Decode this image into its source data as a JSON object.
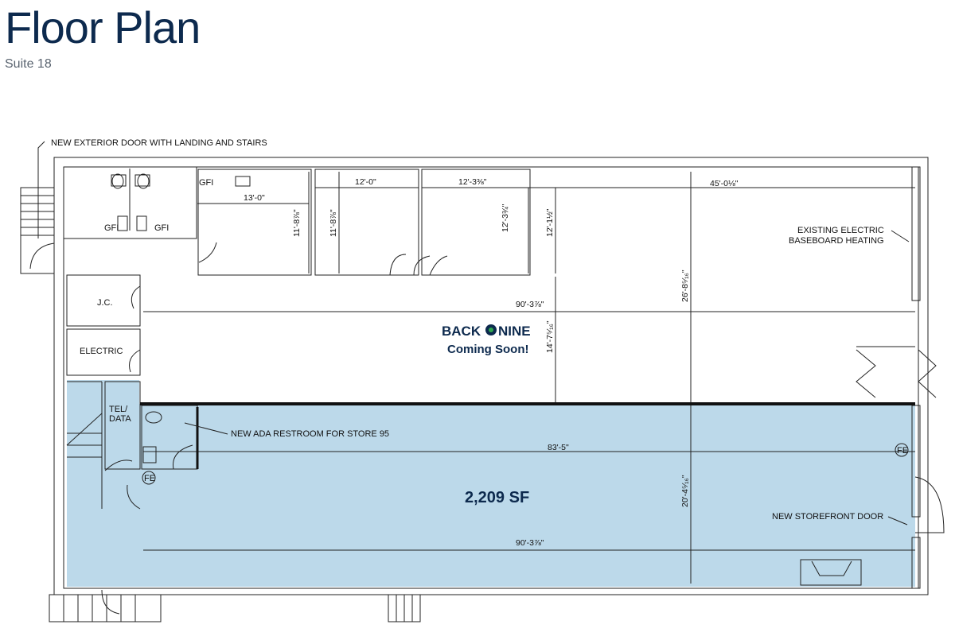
{
  "header": {
    "title": "Floor Plan",
    "subtitle": "Suite 18"
  },
  "plan": {
    "callouts": {
      "exterior_door": "NEW EXTERIOR DOOR WITH LANDING AND STAIRS",
      "heating_line1": "EXISTING ELECTRIC",
      "heating_line2": "BASEBOARD HEATING",
      "ada_restroom": "NEW ADA RESTROOM FOR STORE 95",
      "storefront_door": "NEW STOREFRONT DOOR"
    },
    "rooms": {
      "jc": "J.C.",
      "electric": "ELECTRIC",
      "tel_line1": "TEL/",
      "tel_line2": "DATA",
      "gfi_a": "GFI",
      "gfi_b": "GFI",
      "gfi_c": "GFI",
      "fe_a": "FE",
      "fe_b": "FE"
    },
    "dimensions": {
      "d1": "13'-0\"",
      "d2": "12'-0\"",
      "d3": "12'-3⅜\"",
      "d4": "45'-0⅛\"",
      "d5": "11'-8⅞\"",
      "d6": "11'-8⅞\"",
      "d7": "12'-3¾\"",
      "d8": "12'-1½\"",
      "d9": "26'-8⁵⁄₁₆\"",
      "d10": "90'-3⅞\"",
      "d11": "14'-7⁵⁄₁₆\"",
      "d12": "83'-5\"",
      "d13": "20'-4⁵⁄₁₆\"",
      "d14": "90'-3⅞\""
    },
    "suite_area": "2,209 SF",
    "tenant": {
      "logo_left": "BACK",
      "logo_right": "NINE",
      "status": "Coming Soon!"
    }
  },
  "colors": {
    "highlight": "#bcd9ea",
    "navy": "#0d2a4e"
  }
}
